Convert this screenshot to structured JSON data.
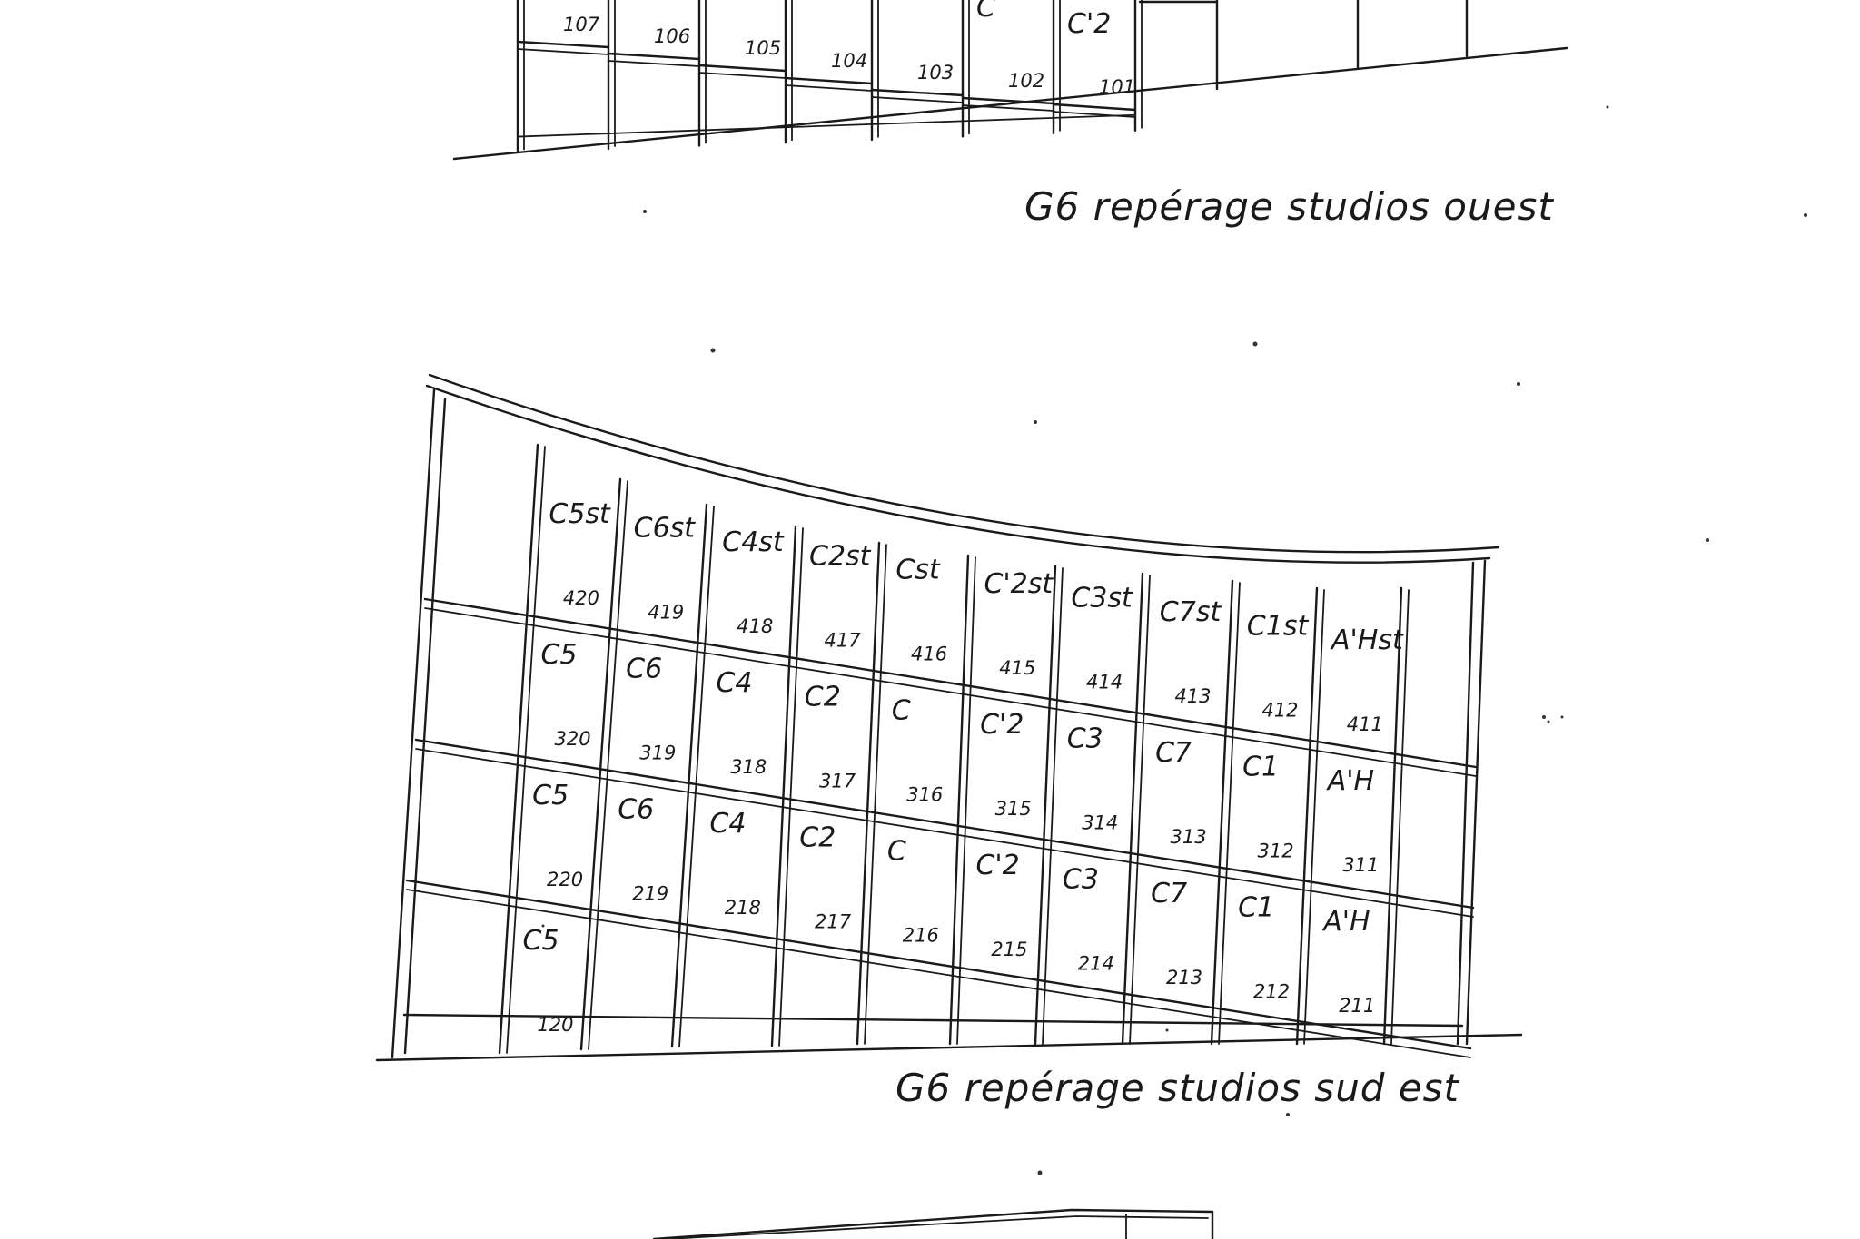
{
  "captions": {
    "west": "G6  repérage studios ouest",
    "southeast": "G6  repérage studios sud est"
  },
  "west_facade": {
    "numbers": [
      "107",
      "106",
      "105",
      "104",
      "103",
      "102",
      "101"
    ],
    "codes": [
      "C",
      "C'2"
    ]
  },
  "southeast_facade": {
    "rows": [
      {
        "level": 4,
        "codes": [
          "C5st",
          "C6st",
          "C4st",
          "C2st",
          "Cst",
          "C'2st",
          "C3st",
          "C7st",
          "C1st",
          "A'Hst"
        ],
        "numbers": [
          "420",
          "419",
          "418",
          "417",
          "416",
          "415",
          "414",
          "413",
          "412",
          "411"
        ]
      },
      {
        "level": 3,
        "codes": [
          "C5",
          "C6",
          "C4",
          "C2",
          "C",
          "C'2",
          "C3",
          "C7",
          "C1",
          "A'H"
        ],
        "numbers": [
          "320",
          "319",
          "318",
          "317",
          "316",
          "315",
          "314",
          "313",
          "312",
          "311"
        ]
      },
      {
        "level": 2,
        "codes": [
          "C5",
          "C6",
          "C4",
          "C2",
          "C",
          "C'2",
          "C3",
          "C7",
          "C1",
          "A'H"
        ],
        "numbers": [
          "220",
          "219",
          "218",
          "217",
          "216",
          "215",
          "214",
          "213",
          "212",
          "211"
        ]
      },
      {
        "level": 1,
        "codes": [
          "C5"
        ],
        "numbers": [
          "120"
        ]
      }
    ]
  }
}
